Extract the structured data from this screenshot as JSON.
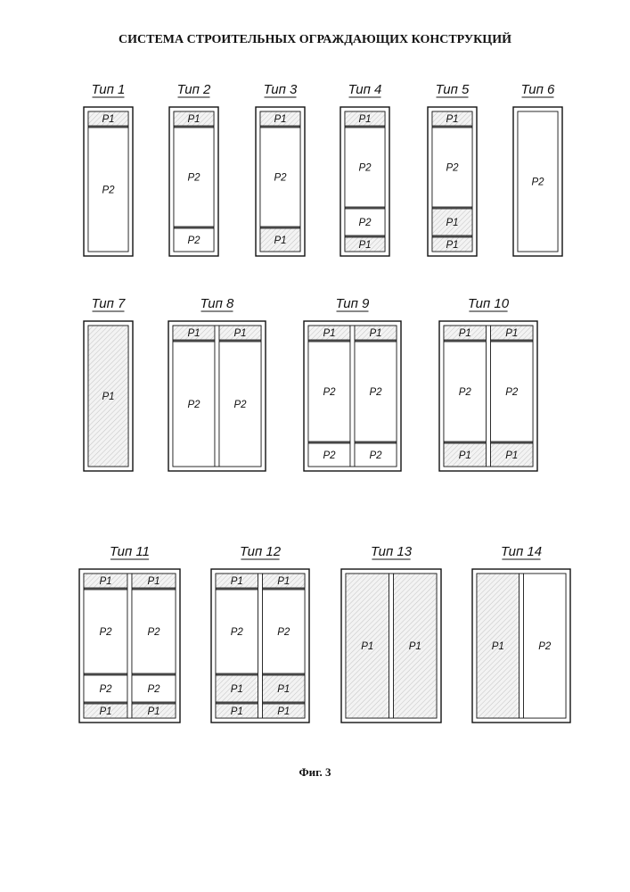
{
  "title": "СИСТЕМА СТРОИТЕЛЬНЫХ ОГРАЖДАЮЩИХ КОНСТРУКЦИЙ",
  "caption": "Фиг. 3",
  "panel_labels": {
    "p1": "P1",
    "p2": "P2"
  },
  "types": [
    {
      "label": "Тип 1",
      "columns": [
        [
          "P1",
          "P2"
        ]
      ]
    },
    {
      "label": "Тип 2",
      "columns": [
        [
          "P1",
          "P2",
          "P2"
        ]
      ]
    },
    {
      "label": "Тип 3",
      "columns": [
        [
          "P1",
          "P2",
          "P1"
        ]
      ]
    },
    {
      "label": "Тип 4",
      "columns": [
        [
          "P1",
          "P2",
          "P2",
          "P1"
        ]
      ]
    },
    {
      "label": "Тип 5",
      "columns": [
        [
          "P1",
          "P2",
          "P1",
          "P1"
        ]
      ]
    },
    {
      "label": "Тип 6",
      "columns": [
        [
          "P2"
        ]
      ]
    },
    {
      "label": "Тип 7",
      "columns": [
        [
          "P1"
        ]
      ]
    },
    {
      "label": "Тип 8",
      "columns": [
        [
          "P1",
          "P2"
        ],
        [
          "P1",
          "P2"
        ]
      ]
    },
    {
      "label": "Тип 9",
      "columns": [
        [
          "P1",
          "P2",
          "P2"
        ],
        [
          "P1",
          "P2",
          "P2"
        ]
      ]
    },
    {
      "label": "Тип 10",
      "columns": [
        [
          "P1",
          "P2",
          "P1"
        ],
        [
          "P1",
          "P2",
          "P1"
        ]
      ]
    },
    {
      "label": "Тип 11",
      "columns": [
        [
          "P1",
          "P2",
          "P2",
          "P1"
        ],
        [
          "P1",
          "P2",
          "P2",
          "P1"
        ]
      ]
    },
    {
      "label": "Тип 12",
      "columns": [
        [
          "P1",
          "P2",
          "P1",
          "P1"
        ],
        [
          "P1",
          "P2",
          "P1",
          "P1"
        ]
      ]
    },
    {
      "label": "Тип 13",
      "columns": [
        [
          "P1"
        ],
        [
          "P1"
        ]
      ]
    },
    {
      "label": "Тип 14",
      "columns": [
        [
          "P1"
        ],
        [
          "P2"
        ]
      ]
    }
  ]
}
